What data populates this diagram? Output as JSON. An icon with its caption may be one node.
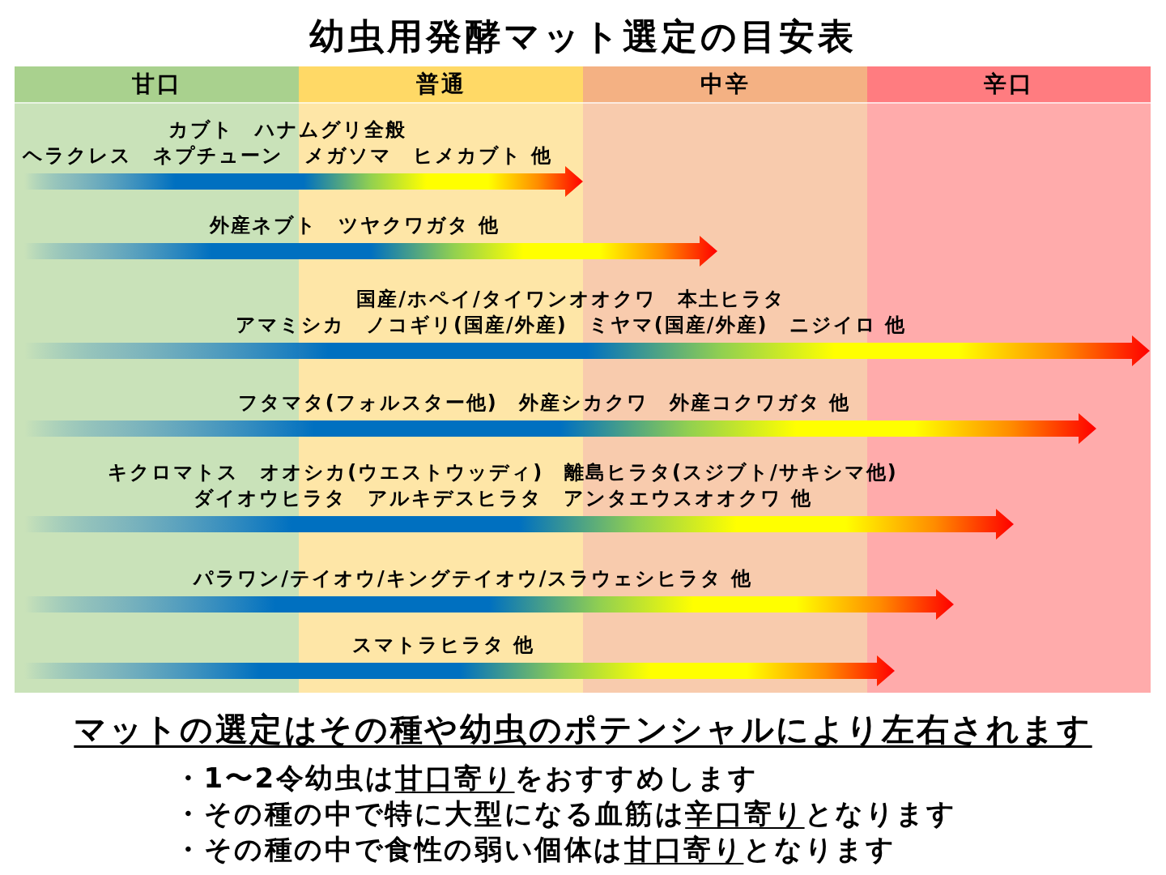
{
  "diagram": {
    "title": "幼虫用発酵マット選定の目安表",
    "nodes": [
      {
        "text": [
          "甘口"
        ]
      },
      {
        "text": [
          "普通"
        ]
      },
      {
        "text": [
          "中辛"
        ]
      },
      {
        "text": [
          "辛口"
        ]
      },
      {
        "text": [
          "カブト　ハナムグリ全般",
          "ヘラクレス　ネプチューン　メガソマ　ヒメカブト 他"
        ]
      },
      {
        "text": [
          "外産ネブト　ツヤクワガタ 他"
        ]
      },
      {
        "text": [
          "国産/ホペイ/タイワンオオクワ　本土ヒラタ",
          "アマミシカ　ノコギリ(国産/外産)　ミヤマ(国産/外産)　ニジイロ 他"
        ]
      },
      {
        "text": [
          "フタマタ(フォルスター他)　外産シカクワ　外産コクワガタ 他"
        ]
      },
      {
        "text": [
          "キクロマトス　オオシカ(ウエストウッディ)　離島ヒラタ(スジブト/サキシマ他)",
          "ダイオウヒラタ　アルキデスヒラタ　アンタエウスオオクワ 他"
        ]
      },
      {
        "text": [
          "パラワン/テイオウ/キングテイオウ/スラウェシヒラタ 他"
        ]
      },
      {
        "text": [
          "スマトラヒラタ 他"
        ]
      }
    ],
    "labels": [
      "マットの選定はその種や幼虫のポテンシャルにより左右されます",
      "・1〜2令幼虫は**甘口寄り**をおすすめします",
      "・その種の中で特に大型になる血筋は**辛口寄り**となります",
      "・その種の中で食性の弱い個体は**甘口寄り**となります"
    ]
  }
}
